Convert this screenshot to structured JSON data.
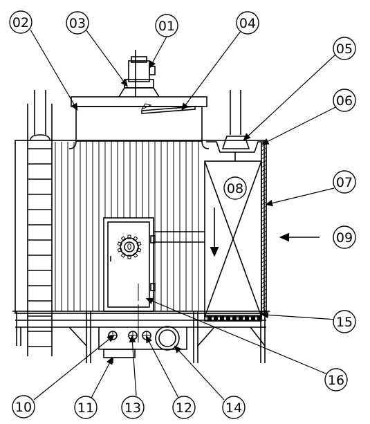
{
  "callouts": [
    {
      "id": "01"
    },
    {
      "id": "02"
    },
    {
      "id": "03"
    },
    {
      "id": "04"
    },
    {
      "id": "05"
    },
    {
      "id": "06"
    },
    {
      "id": "07"
    },
    {
      "id": "08"
    },
    {
      "id": "09"
    },
    {
      "id": "10"
    },
    {
      "id": "11"
    },
    {
      "id": "12"
    },
    {
      "id": "13"
    },
    {
      "id": "14"
    },
    {
      "id": "15"
    },
    {
      "id": "16"
    }
  ]
}
